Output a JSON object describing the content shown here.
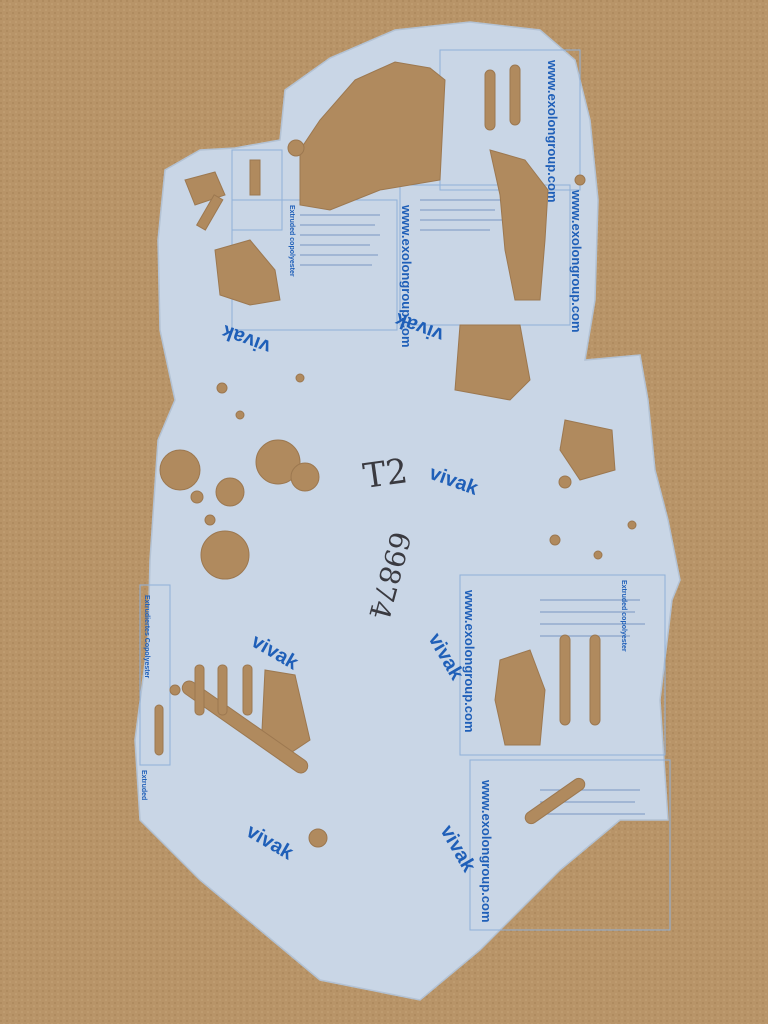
{
  "scene": {
    "description_tag": "photo",
    "colors": {
      "carpet": "#b89468",
      "sheet": "#c9d6e6",
      "film_print": "#1f5fb8",
      "cutout": "#b08a5e",
      "ink": "#3a3a40"
    }
  },
  "film_text": {
    "brand": "vivak",
    "website": "www.exolongroup.com",
    "film_heading_1": "Extruded copolyester",
    "film_heading_2": "Extrudiertes Copolyester",
    "film_heading_3": "Extruded"
  },
  "handwriting": {
    "label_1": "T2",
    "label_2": "69874"
  }
}
